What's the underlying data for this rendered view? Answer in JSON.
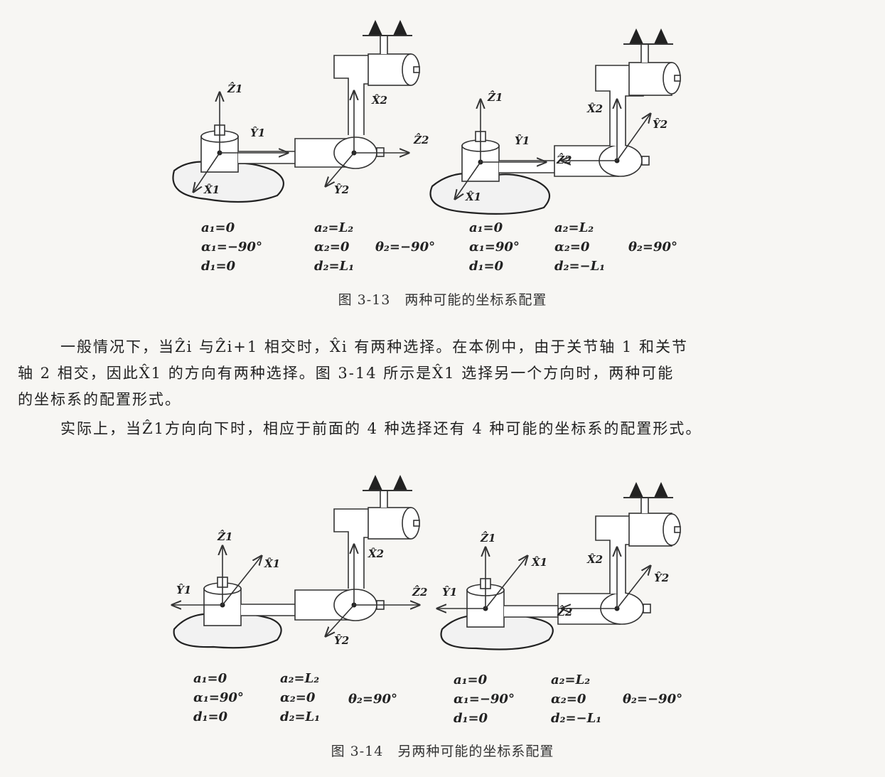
{
  "figure_3_13": {
    "caption": "图 3-13　两种可能的坐标系配置",
    "left": {
      "labels": {
        "z1": "Ẑ1",
        "y1": "Ŷ1",
        "x1": "X̂1",
        "z2": "Ẑ2",
        "x2": "X̂2",
        "y2": "Ŷ2"
      },
      "params": {
        "a1": "a₁=0",
        "alpha1": "α₁=−90°",
        "d1": "d₁=0",
        "a2": "a₂=L₂",
        "alpha2": "α₂=0",
        "d2": "d₂=L₁",
        "theta2": "θ₂=−90°"
      }
    },
    "right": {
      "labels": {
        "z1": "Ẑ1",
        "y1": "Ŷ1",
        "x1": "X̂1",
        "z2": "Ẑ2",
        "x2": "X̂2",
        "y2": "Ŷ2"
      },
      "params": {
        "a1": "a₁=0",
        "alpha1": "α₁=90°",
        "d1": "d₁=0",
        "a2": "a₂=L₂",
        "alpha2": "α₂=0",
        "d2": "d₂=−L₁",
        "theta2": "θ₂=90°"
      }
    }
  },
  "text": {
    "p1_line1": "一般情况下，当Ẑi 与Ẑi+1 相交时，X̂i 有两种选择。在本例中，由于关节轴 1 和关节",
    "p1_line2": "轴 2 相交，因此X̂1 的方向有两种选择。图 3-14 所示是X̂1 选择另一个方向时，两种可能",
    "p1_line3": "的坐标系的配置形式。",
    "p2": "实际上，当Ẑ1方向向下时，相应于前面的 4 种选择还有 4 种可能的坐标系的配置形式。"
  },
  "figure_3_14": {
    "caption": "图 3-14　另两种可能的坐标系配置",
    "left": {
      "labels": {
        "z1": "Ẑ1",
        "y1": "Ŷ1",
        "x1": "X̂1",
        "z2": "Ẑ2",
        "x2": "X̂2",
        "y2": "Ŷ2"
      },
      "params": {
        "a1": "a₁=0",
        "alpha1": "α₁=90°",
        "d1": "d₁=0",
        "a2": "a₂=L₂",
        "alpha2": "α₂=0",
        "d2": "d₂=L₁",
        "theta2": "θ₂=90°"
      }
    },
    "right": {
      "labels": {
        "z1": "Ẑ1",
        "y1": "Ŷ1",
        "x1": "X̂1",
        "z2": "Ẑ2",
        "x2": "X̂2",
        "y2": "Ŷ2"
      },
      "params": {
        "a1": "a₁=0",
        "alpha1": "α₁=−90°",
        "d1": "d₁=0",
        "a2": "a₂=L₂",
        "alpha2": "α₂=0",
        "d2": "d₂=−L₁",
        "theta2": "θ₂=−90°"
      }
    }
  }
}
